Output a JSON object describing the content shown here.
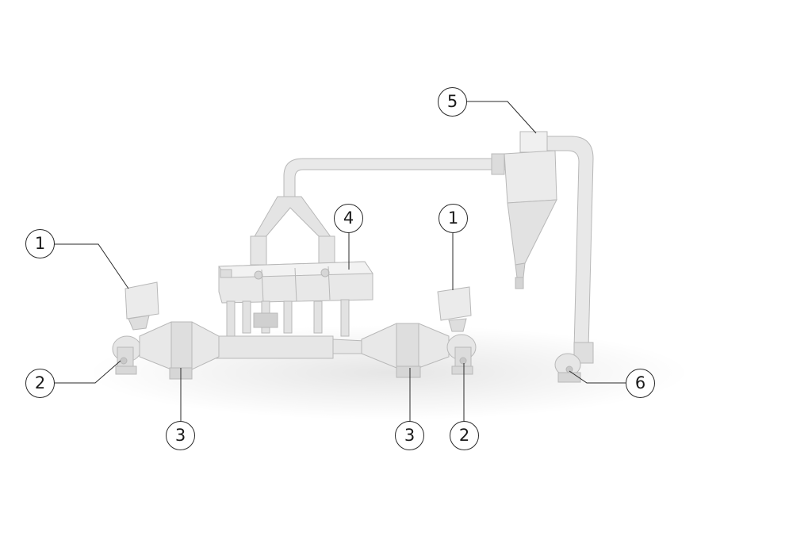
{
  "diagram": {
    "callouts": [
      {
        "id": "c1a",
        "text": "1"
      },
      {
        "id": "c1b",
        "text": "1"
      },
      {
        "id": "c2a",
        "text": "2"
      },
      {
        "id": "c2b",
        "text": "2"
      },
      {
        "id": "c3a",
        "text": "3"
      },
      {
        "id": "c3b",
        "text": "3"
      },
      {
        "id": "c4",
        "text": "4"
      },
      {
        "id": "c5",
        "text": "5"
      },
      {
        "id": "c6",
        "text": "6"
      }
    ],
    "colors": {
      "equipment_fill": "#e9e9e9",
      "equipment_shade": "#d2d2d2",
      "equipment_edge": "#b8b8b8",
      "leader_line": "#2a2a2a"
    }
  }
}
